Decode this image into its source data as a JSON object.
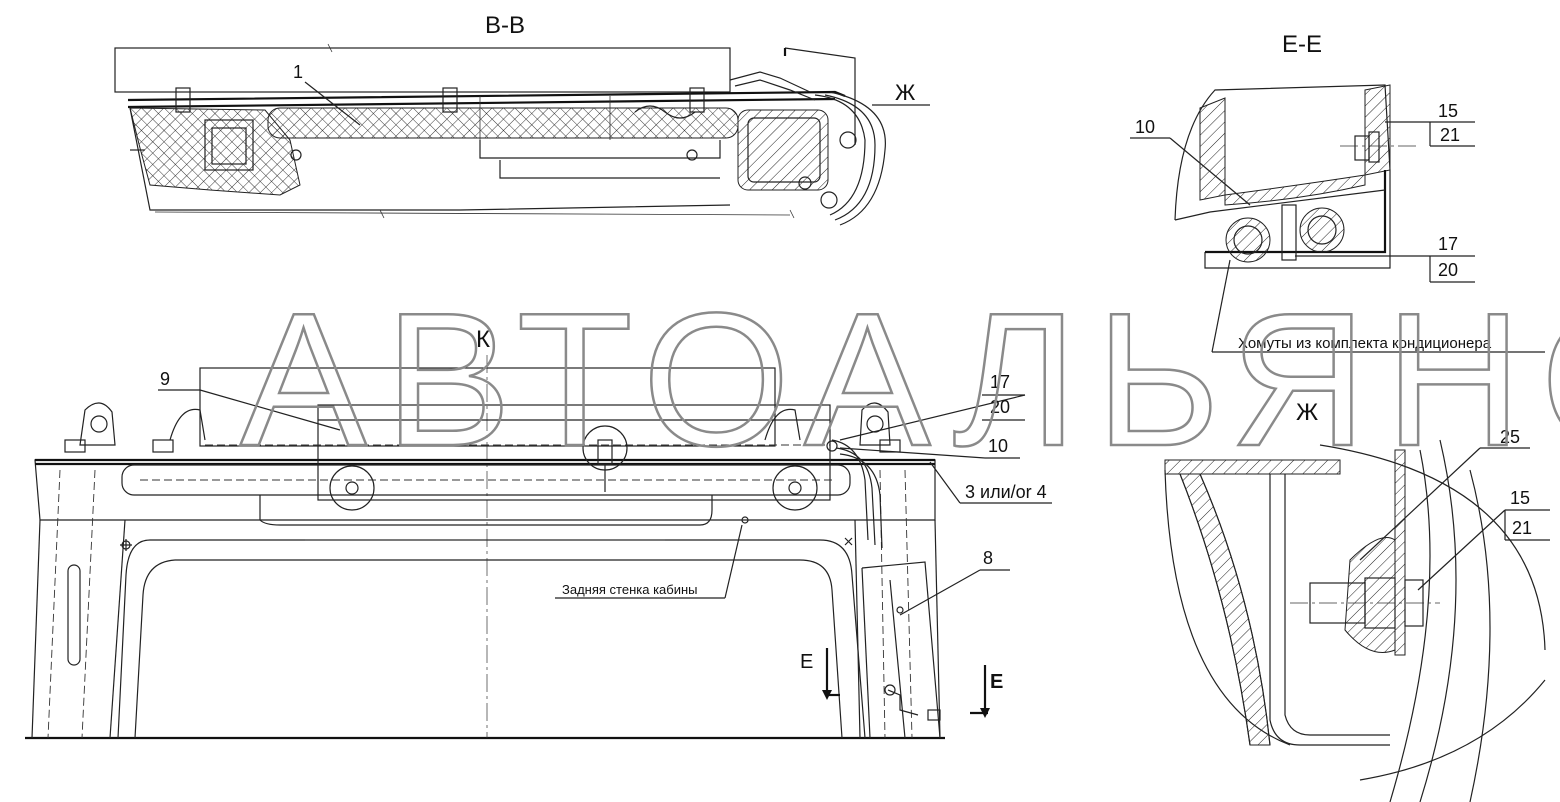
{
  "views": {
    "bb_title": "В-В",
    "ee_title": "Е-Е",
    "k_title": "К",
    "zh_title": "Ж",
    "zh_marker": "Ж"
  },
  "callouts": {
    "bb_1": "1",
    "ee_10": "10",
    "ee_15": "15",
    "ee_21": "21",
    "ee_17": "17",
    "ee_20": "20",
    "clamps": "Хомуты из комплекта кондиционера",
    "k_9": "9",
    "k_17": "17",
    "k_20": "20",
    "k_10": "10",
    "k_3or4": "3 или/or 4",
    "k_wall": "Задняя стенка кабины",
    "k_8": "8",
    "k_e1": "Е",
    "k_e2": "Е",
    "zh_25": "25",
    "zh_15": "15",
    "zh_21": "21"
  },
  "watermark": "АВТОАЛЬЯНС"
}
